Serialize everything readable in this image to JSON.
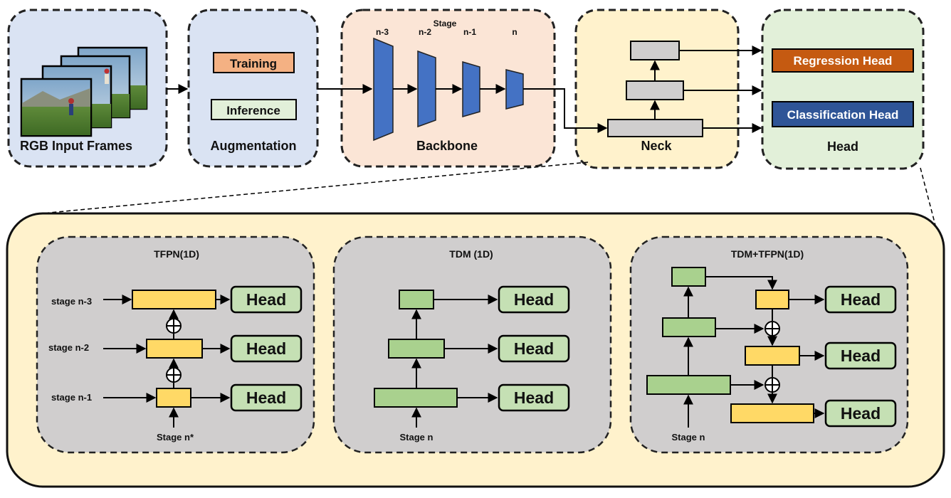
{
  "top": {
    "input_frames": "RGB Input Frames",
    "augmentation": {
      "title": "Augmentation",
      "training": "Training",
      "inference": "Inference"
    },
    "backbone": {
      "title": "Backbone",
      "stage_heading": "Stage",
      "stages": [
        "n-3",
        "n-2",
        "n-1",
        "n"
      ]
    },
    "neck": "Neck",
    "head": {
      "title": "Head",
      "regression": "Regression Head",
      "classification": "Classification Head"
    }
  },
  "detail": {
    "tfpn": {
      "title": "TFPN(1D)",
      "inputs": [
        "stage n-3",
        "stage n-2",
        "stage n-1"
      ],
      "bottom": "Stage n*",
      "head_label": "Head"
    },
    "tdm": {
      "title": "TDM (1D)",
      "bottom": "Stage n",
      "head_label": "Head"
    },
    "tdm_tfpn": {
      "title": "TDM+TFPN(1D)",
      "bottom": "Stage n",
      "head_label": "Head"
    }
  },
  "colors": {
    "rgb_panel": "#dae3f3",
    "aug_panel": "#dae3f3",
    "backbone_panel": "#fbe5d6",
    "neck_panel": "#fff2cc",
    "head_panel": "#e2f0d9",
    "detail_panel": "#fff2cc",
    "sub_panel": "#d0cece",
    "trapezoid": "#4472c4",
    "neck_box": "#d0cece",
    "training": "#f4b183",
    "inference": "#e2f0d9",
    "regression": "#c55a11",
    "classification": "#2f5597",
    "yellow_box": "#ffd966",
    "green_box": "#a9d18e",
    "head_box": "#c5e0b4"
  },
  "icons": [
    "video-frames-icon",
    "circled-plus-icon"
  ]
}
